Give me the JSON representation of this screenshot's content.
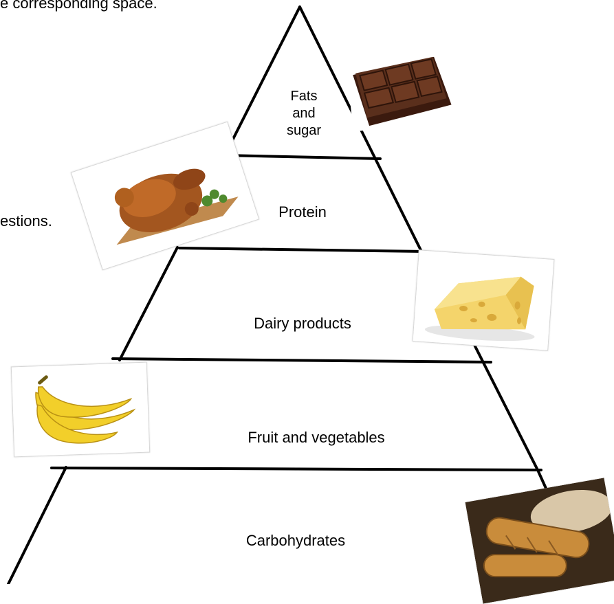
{
  "instructions": {
    "top_line": "e corresponding space.",
    "side_line": "estions."
  },
  "pyramid": {
    "levels": [
      {
        "label_lines": [
          "Fats",
          "and",
          "sugar"
        ]
      },
      {
        "label": "Protein"
      },
      {
        "label": "Dairy products"
      },
      {
        "label": "Fruit and vegetables"
      },
      {
        "label": "Carbohydrates"
      }
    ]
  },
  "pictures": [
    {
      "name": "chocolate",
      "icon": "chocolate-bar-icon"
    },
    {
      "name": "roast-chicken",
      "icon": "roast-chicken-icon"
    },
    {
      "name": "cheese",
      "icon": "cheese-icon"
    },
    {
      "name": "bananas",
      "icon": "banana-icon"
    },
    {
      "name": "bread",
      "icon": "bread-icon"
    }
  ],
  "colors": {
    "line": "#000000",
    "banana": "#f2cf2a",
    "cheese": "#f4d46b",
    "chocolate": "#5a2f1c",
    "chicken": "#a3561f",
    "bread": "#c98c3b"
  }
}
